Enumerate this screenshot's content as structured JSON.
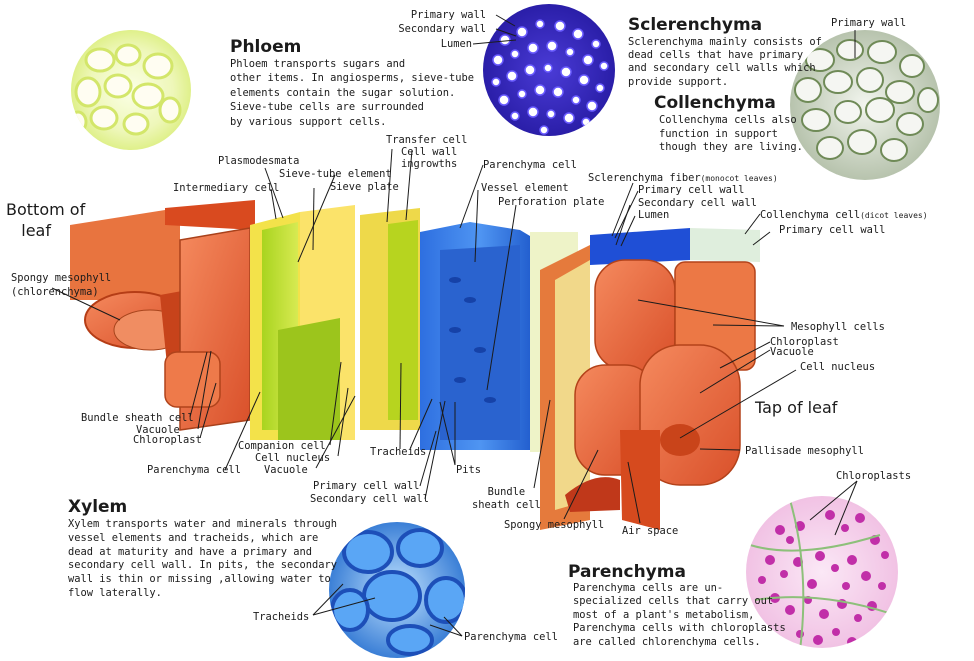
{
  "sections": {
    "phloem": {
      "title": "Phloem",
      "text": "Phloem transports sugars and\nother items. In angiosperms, sieve-tube\nelements contain the sugar solution.\nSieve-tube cells are surrounded\nby various support cells."
    },
    "sclerenchyma": {
      "title": "Sclerenchyma",
      "text": "Sclerenchyma mainly consists of\ndead cells that have primary\nand secondary cell walls which\nprovide support."
    },
    "collenchyma": {
      "title": "Collenchyma",
      "text": "Collenchyma cells also\nfunction in support\nthough they are living."
    },
    "xylem": {
      "title": "Xylem",
      "text": "Xylem transports water and minerals through\nvessel elements and tracheids, which are\ndead at maturity and have a primary and\nsecondary cell wall. In pits, the secondary\nwall is thin or missing ,allowing water to\nflow laterally."
    },
    "parenchyma": {
      "title": "Parenchyma",
      "text": "Parenchyma cells are un-\nspecialized cells that carry out\nmost of a plant's metabolism,\nParenchyma cells with chloroplasts\nare called chlorenchyma cells."
    }
  },
  "orientation": {
    "bottom": "Bottom of\n   leaf",
    "top": "Tap of leaf"
  },
  "labels": {
    "primary_wall_scl": "Primary wall",
    "secondary_wall_scl": "Secondary wall",
    "lumen_scl": "Lumen",
    "primary_wall_col": "Primary wall",
    "transfer_cell": "Transfer cell",
    "cell_wall_ingrowths": "Cell wall\ningrowths",
    "plasmodesmata": "Plasmodesmata",
    "intermediary_cell": "Intermediary cell",
    "sieve_tube_element": "Sieve-tube element",
    "sieve_plate": "Sieve plate",
    "parenchyma_cell_top": "Parenchyma cell",
    "vessel_element": "Vessel element",
    "perforation_plate": "Perforation plate",
    "sclerenchyma_fiber": "Sclerenchyma fiber",
    "sclerenchyma_fiber_note": "(monocot leaves)",
    "primary_cell_wall_1": "Primary cell wall",
    "secondary_cell_wall_1": "Secondary cell wall",
    "lumen_2": "Lumen",
    "collenchyma_cell": "Collenchyma cell",
    "collenchyma_cell_note": "(dicot leaves)",
    "primary_cell_wall_2": "Primary cell wall",
    "spongy_mesophyll_left": "Spongy mesophyll\n(chlorenchyma)",
    "mesophyll_cells": "Mesophyll cells",
    "chloroplast_r": "Chloroplast",
    "vacuole_r": "Vacuole",
    "cell_nucleus_r": "Cell nucleus",
    "bundle_sheath_cell_l": "Bundle sheath cell",
    "vacuole_l": "Vacuole",
    "chloroplast_l": "Chloroplast",
    "companion_cell": "Companion cell",
    "cell_nucleus_c": "Cell nucleus",
    "vacuole_c": "Vacuole",
    "parenchyma_cell_l": "Parenchyma cell",
    "tracheids_c": "Tracheids",
    "pits": "Pits",
    "primary_cell_wall_c": "Primary cell wall",
    "secondary_cell_wall_c": "Secondary cell wall",
    "bundle_sheath_cell_c": "Bundle\nsheath cell",
    "spongy_mesophyll_c": "Spongy mesophyll",
    "air_space": "Air space",
    "pallisade_mesophyll": "Pallisade mesophyll",
    "chloroplasts": "Chloroplasts",
    "tracheids_x": "Tracheids",
    "parenchyma_cell_x": "Parenchyma cell"
  }
}
